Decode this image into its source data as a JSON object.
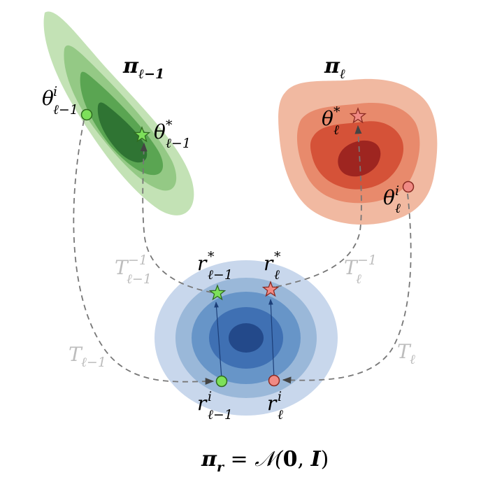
{
  "labels": {
    "pi_prev": {
      "main": "π",
      "sub": "ℓ−1"
    },
    "pi_cur": {
      "main": "π",
      "sub": "ℓ"
    },
    "theta_i_prev": {
      "main": "θ",
      "sup": "i",
      "sub": "ℓ−1"
    },
    "theta_star_prev": {
      "main": "θ",
      "sup": "*",
      "sub": "ℓ−1"
    },
    "theta_star_cur": {
      "main": "θ",
      "sup": "*",
      "sub": "ℓ"
    },
    "theta_i_cur": {
      "main": "θ",
      "sup": "i",
      "sub": "ℓ"
    },
    "r_star_prev": {
      "main": "r",
      "sup": "*",
      "sub": "ℓ−1"
    },
    "r_star_cur": {
      "main": "r",
      "sup": "*",
      "sub": "ℓ"
    },
    "r_i_prev": {
      "main": "r",
      "sup": "i",
      "sub": "ℓ−1"
    },
    "r_i_cur": {
      "main": "r",
      "sup": "i",
      "sub": "ℓ"
    },
    "T_inv_prev": {
      "main": "T",
      "sup": "−1",
      "sub": "ℓ−1"
    },
    "T_inv_cur": {
      "main": "T",
      "sup": "−1",
      "sub": "ℓ"
    },
    "T_prev": {
      "main": "T",
      "sub": "ℓ−1"
    },
    "T_cur": {
      "main": "T",
      "sub": "ℓ"
    },
    "reference": {
      "pi": "π",
      "sub": "r",
      "eq": " = ",
      "dist": "𝒩(",
      "zero": "0",
      "comma": ", ",
      "ident": "I",
      "close": ")"
    }
  },
  "colors": {
    "green_levels": [
      "#c3e2b5",
      "#94c985",
      "#5aa552",
      "#2f7433"
    ],
    "red_levels": [
      "#f1b9a1",
      "#e88a6c",
      "#d55238",
      "#9e2520"
    ],
    "blue_levels": [
      "#c8d7ec",
      "#9ab8d9",
      "#6795c8",
      "#3f70b3",
      "#23498a"
    ],
    "green_marker": "#7de05a",
    "red_marker": "#f08a84",
    "dash_line": "#777777",
    "map_label": "#bdbdbd"
  },
  "icons": {
    "green_star": "star-icon",
    "red_star": "star-icon",
    "green_dot": "circle-icon",
    "red_dot": "circle-icon"
  }
}
